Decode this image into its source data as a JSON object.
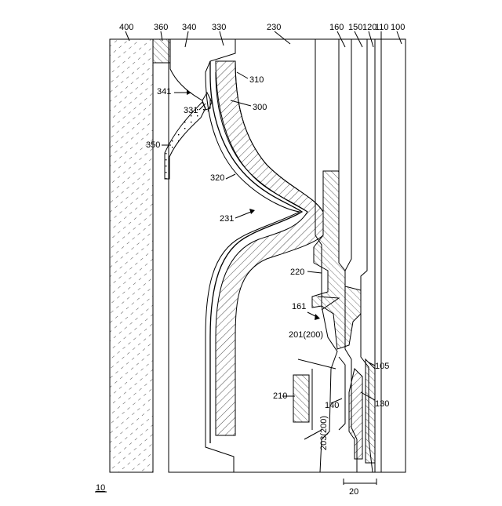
{
  "figure": {
    "ref_main": "10",
    "labels": {
      "l400": "400",
      "l360": "360",
      "l340": "340",
      "l330": "330",
      "l230": "230",
      "l160": "160",
      "l150": "150",
      "l120": "120",
      "l110": "110",
      "l100": "100",
      "l310": "310",
      "l300": "300",
      "l341": "341",
      "l331": "331",
      "l350": "350",
      "l320": "320",
      "l231": "231",
      "l220": "220",
      "l161": "161",
      "l201": "201(200)",
      "l210": "210",
      "l140": "140",
      "l130": "130",
      "l105": "105",
      "l203": "203(200)",
      "l20": "20"
    }
  }
}
